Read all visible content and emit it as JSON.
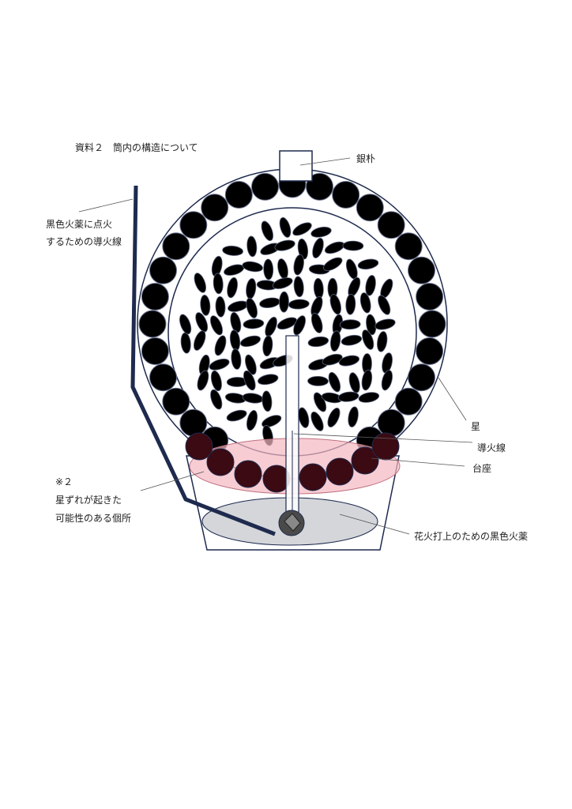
{
  "title": "資料２　筒内の構造について",
  "labels": {
    "ginboku": "銀朴",
    "ignition_line1": "黒色火薬に点火",
    "ignition_line2": "するための導火線",
    "hoshi": "星",
    "dokasen": "導火線",
    "daiza": "台座",
    "note_mark": "※２",
    "note_line1": "星ずれが起きた",
    "note_line2": "可能性のある個所",
    "black_powder": "花火打上のための黒色火薬"
  },
  "colors": {
    "outline": "#1e2a4e",
    "star_fill": "#000000",
    "star_lower_fill": "#3b0a12",
    "pink_region": "#f6c6cc",
    "grey_region": "#d4d6da",
    "fuse_line": "#1e2a4e"
  }
}
